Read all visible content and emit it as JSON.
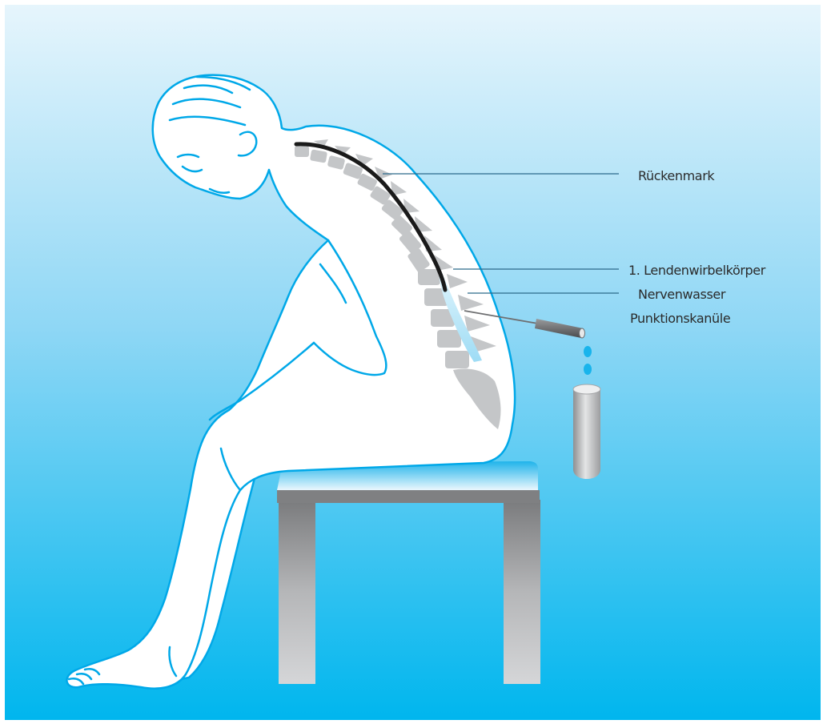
{
  "labels": {
    "spinal_cord": "Rückenmark",
    "first_lumbar_vertebra": "1. Lendenwirbelkörper",
    "cerebrospinal_fluid": "Nervenwasser",
    "puncture_needle": "Punktionskanüle"
  },
  "colors": {
    "background_top": "#e6f5fc",
    "background_bottom": "#00b6ee",
    "body_outline": "#00a8e8",
    "body_fill": "#ffffff",
    "vertebra": "#c4c6c8",
    "spinal_cord": "#1a1a1a",
    "fluid": "#bfe8f8",
    "stool_seat": "#29b7ec",
    "stool_legs": "#9a9b9d",
    "needle": "#6e6f71",
    "droplet": "#18b4ec",
    "test_tube": "#d2d3d5",
    "leader_line": "#2c6a8a"
  },
  "icons": {
    "figure": "seated-patient-figure",
    "stool": "stool-icon",
    "needle": "needle-icon",
    "tube": "test-tube-icon",
    "droplet": "droplet-icon"
  }
}
